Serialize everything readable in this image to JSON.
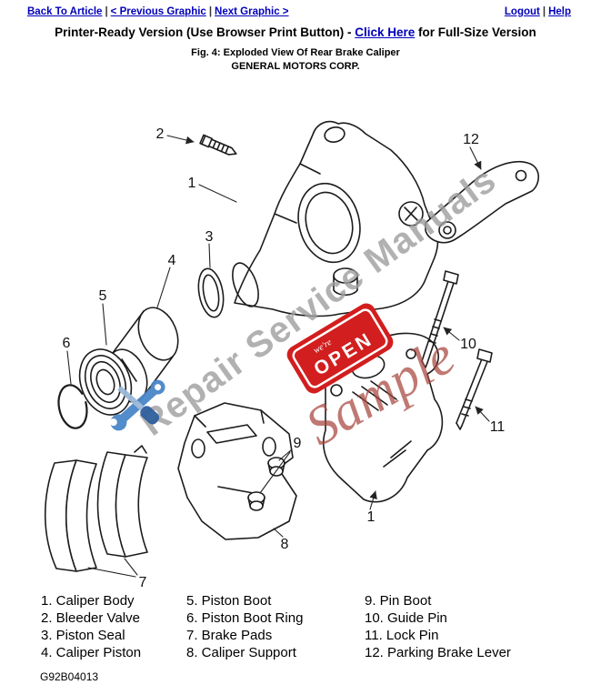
{
  "nav": {
    "back": "Back To Article",
    "prev": "< Previous Graphic",
    "next": "Next Graphic >",
    "logout": "Logout",
    "help": "Help",
    "sep": "|"
  },
  "title": {
    "prefix": "Printer-Ready Version (Use Browser Print Button) - ",
    "link": "Click Here",
    "suffix": " for Full-Size Version"
  },
  "figure": {
    "caption": "Fig. 4: Exploded View Of Rear Brake Caliper",
    "source": "GENERAL MOTORS CORP.",
    "doc_number": "G92B04013"
  },
  "watermark": {
    "brand": "Repair Service Manuals",
    "sample": "Sample",
    "open_sign": "OPEN",
    "open_small": "we're"
  },
  "colors": {
    "link_blue": "#0000bb",
    "watermark_gray": "#9e9e9e",
    "sample_red": "#a8453c",
    "open_sign_red": "#d21e1e",
    "tool_blue": "#4a86c8"
  },
  "diagram": {
    "callouts": {
      "body_top": "1",
      "bleeder": "2",
      "seal": "3",
      "piston": "4",
      "boot": "5",
      "boot_ring": "6",
      "pads": "7",
      "support": "8",
      "pin_boot": "9",
      "guide_pin": "10",
      "lock_pin": "11",
      "lever": "12",
      "body_bottom": "1"
    }
  },
  "legend": {
    "col1": [
      "1. Caliper Body",
      "2. Bleeder Valve",
      "3. Piston Seal",
      "4. Caliper Piston"
    ],
    "col2": [
      "5. Piston Boot",
      "6. Piston Boot Ring",
      "7. Brake Pads",
      "8. Caliper Support"
    ],
    "col3": [
      "9. Pin Boot",
      "10. Guide Pin",
      "11. Lock Pin",
      "12. Parking Brake Lever"
    ]
  }
}
